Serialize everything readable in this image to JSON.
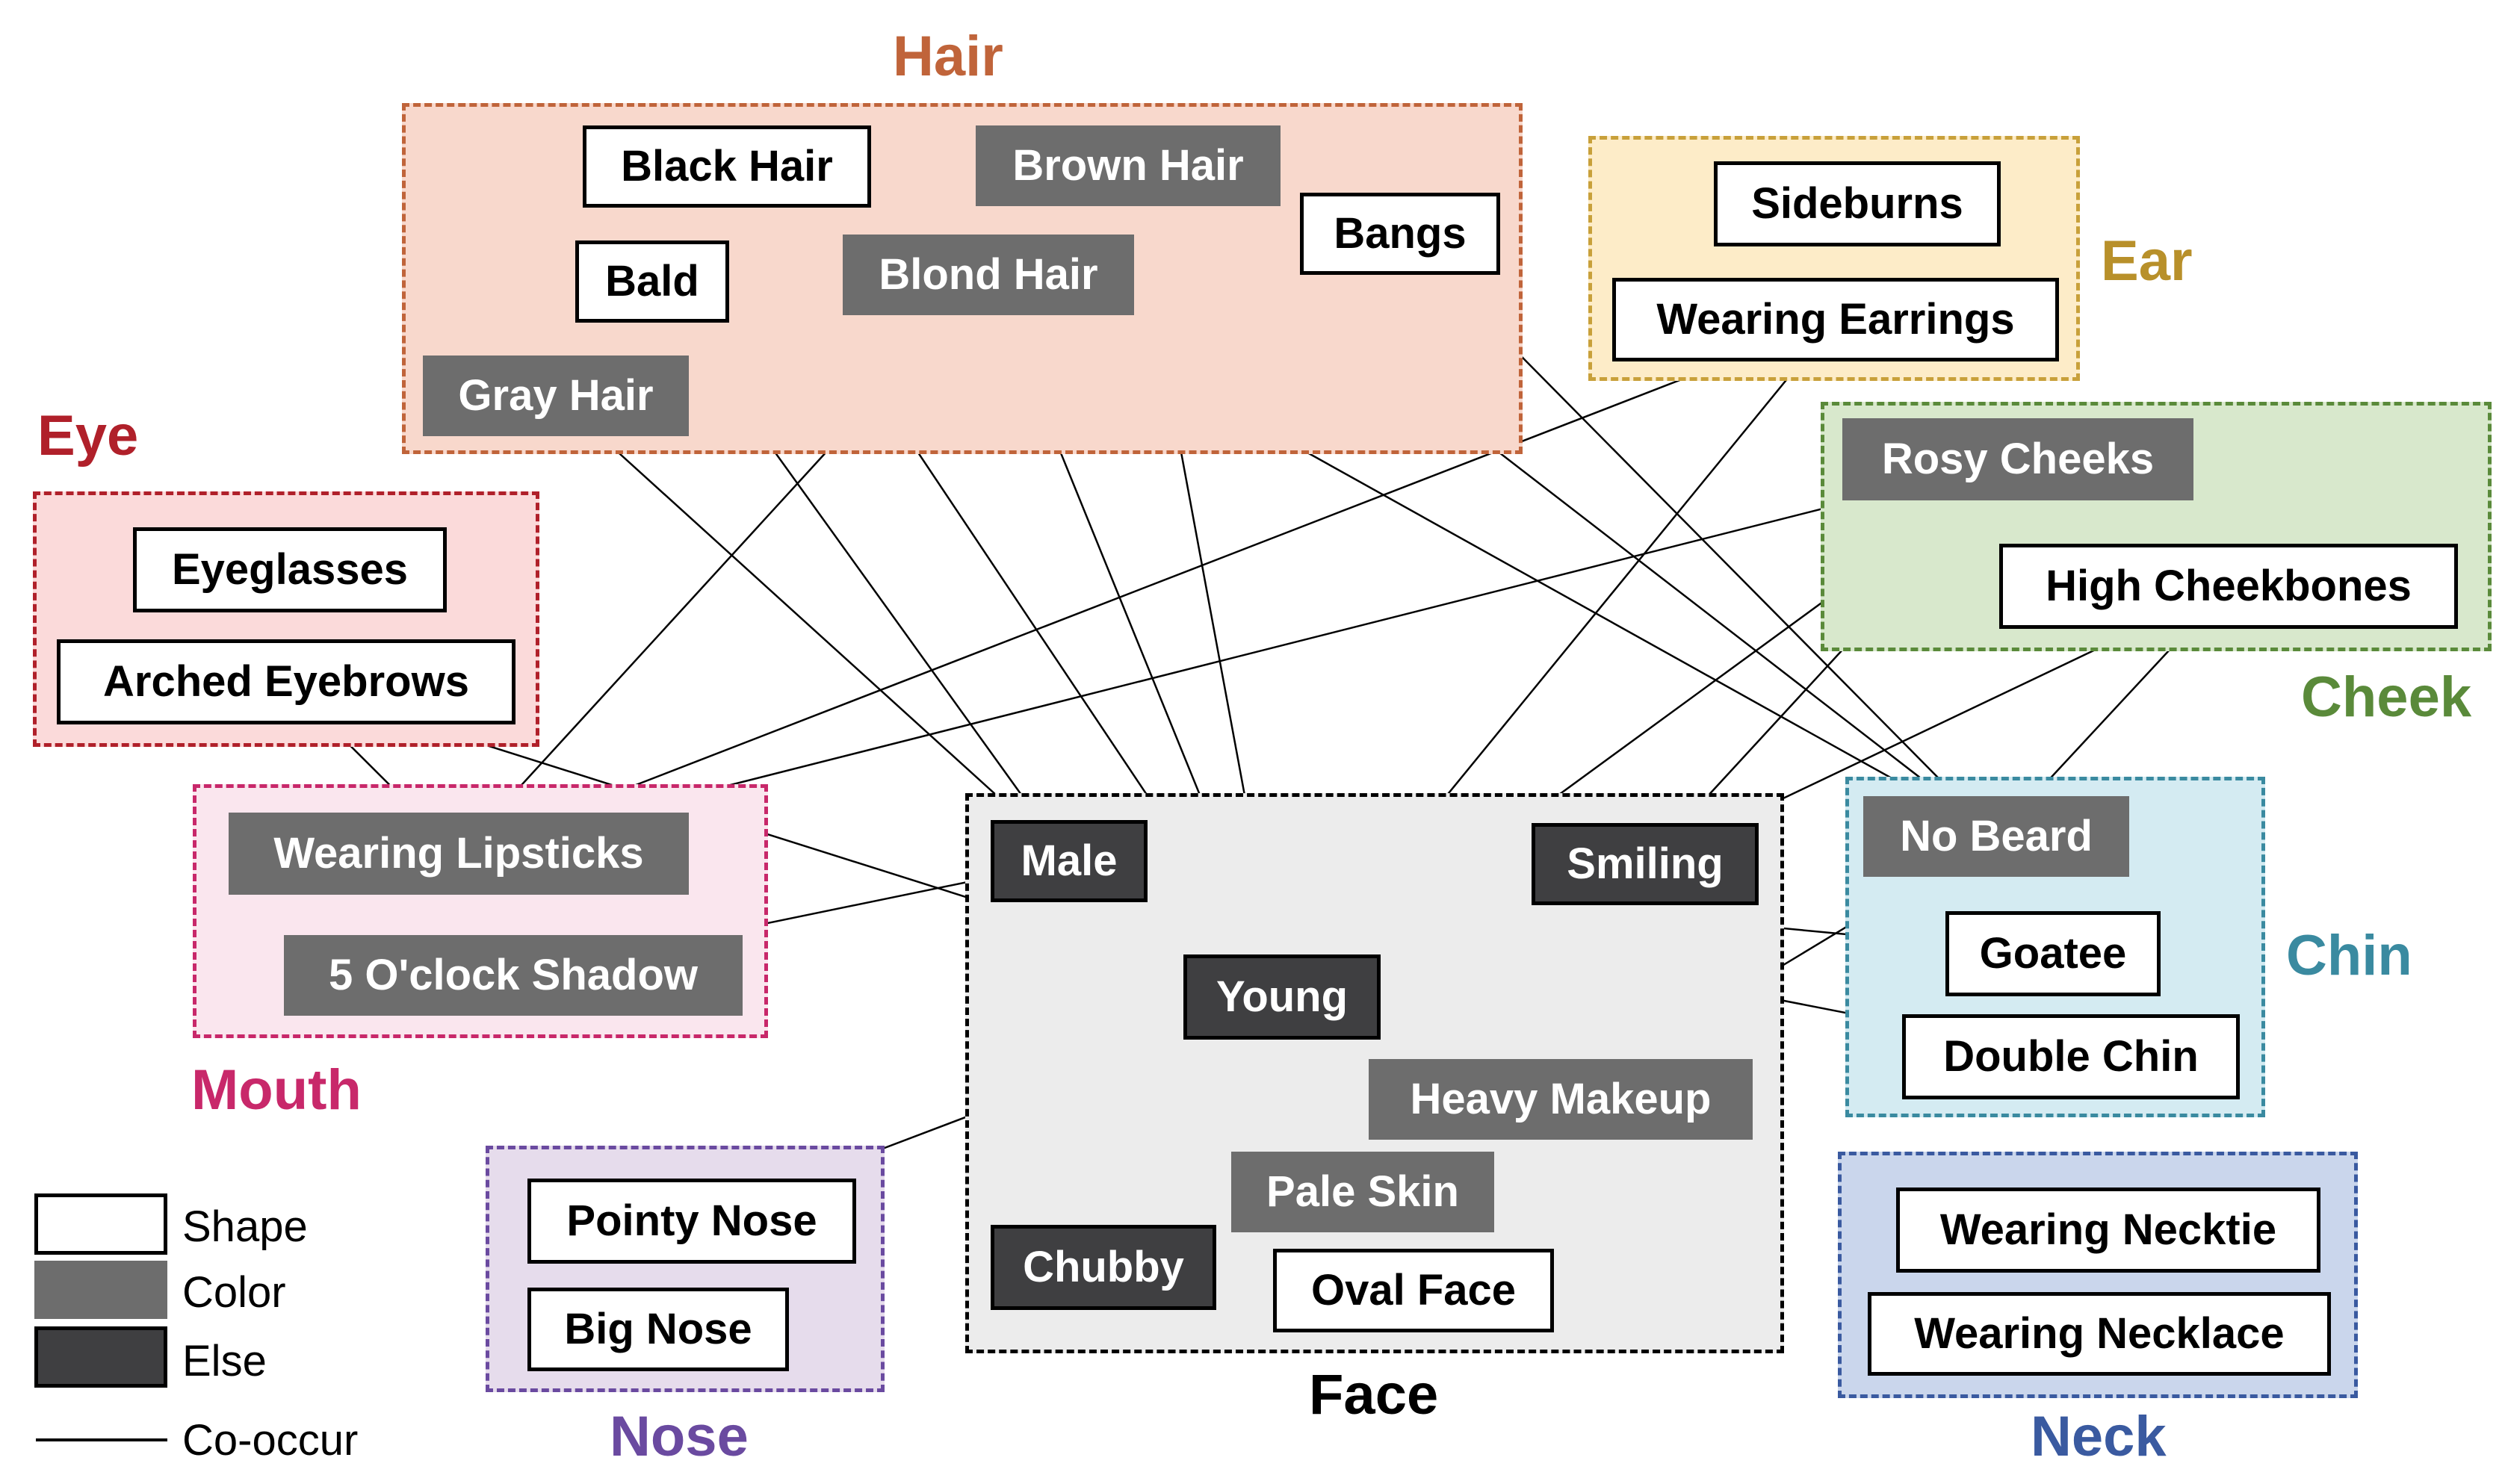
{
  "colors": {
    "shape_bg": "#ffffff",
    "color_bg": "#6d6d6d",
    "else_bg": "#3f3f41",
    "edge": "#000000"
  },
  "regions": {
    "hair": {
      "title": "Hair",
      "border": "#c0643a",
      "fill": "#f8d8cc",
      "title_color": "#c0643a"
    },
    "ear": {
      "title": "Ear",
      "border": "#c8a03a",
      "fill": "#fdecc8",
      "title_color": "#b8902a"
    },
    "eye": {
      "title": "Eye",
      "border": "#b0202a",
      "fill": "#fbdada",
      "title_color": "#b0202a"
    },
    "cheek": {
      "title": "Cheek",
      "border": "#5a8a3a",
      "fill": "#d8e8cc",
      "title_color": "#5a8a3a"
    },
    "mouth": {
      "title": "Mouth",
      "border": "#c8286a",
      "fill": "#fae6ee",
      "title_color": "#c8286a"
    },
    "face": {
      "title": "Face",
      "border": "#000000",
      "fill": "#ececec",
      "title_color": "#000000"
    },
    "chin": {
      "title": "Chin",
      "border": "#3a8aa0",
      "fill": "#d4ebf2",
      "title_color": "#3a8aa0"
    },
    "nose": {
      "title": "Nose",
      "border": "#6a4aa0",
      "fill": "#e6dcec",
      "title_color": "#6a4aa0"
    },
    "neck": {
      "title": "Neck",
      "border": "#3a5aa0",
      "fill": "#cad6ec",
      "title_color": "#3a5aa0"
    }
  },
  "nodes": {
    "black_hair": {
      "label": "Black Hair",
      "kind": "shape"
    },
    "brown_hair": {
      "label": "Brown Hair",
      "kind": "color"
    },
    "bangs": {
      "label": "Bangs",
      "kind": "shape"
    },
    "bald": {
      "label": "Bald",
      "kind": "shape"
    },
    "blond_hair": {
      "label": "Blond Hair",
      "kind": "color"
    },
    "gray_hair": {
      "label": "Gray Hair",
      "kind": "color"
    },
    "sideburns": {
      "label": "Sideburns",
      "kind": "shape"
    },
    "wearing_earrings": {
      "label": "Wearing Earrings",
      "kind": "shape"
    },
    "rosy_cheeks": {
      "label": "Rosy Cheeks",
      "kind": "color"
    },
    "high_cheekbones": {
      "label": "High Cheekbones",
      "kind": "shape"
    },
    "eyeglasses": {
      "label": "Eyeglasses",
      "kind": "shape"
    },
    "arched_eyebrows": {
      "label": "Arched Eyebrows",
      "kind": "shape"
    },
    "wearing_lipsticks": {
      "label": "Wearing Lipsticks",
      "kind": "color"
    },
    "five_oclock_shadow": {
      "label": "5 O'clock Shadow",
      "kind": "color"
    },
    "male": {
      "label": "Male",
      "kind": "else"
    },
    "young": {
      "label": "Young",
      "kind": "else"
    },
    "smiling": {
      "label": "Smiling",
      "kind": "else"
    },
    "heavy_makeup": {
      "label": "Heavy Makeup",
      "kind": "color"
    },
    "pale_skin": {
      "label": "Pale Skin",
      "kind": "color"
    },
    "chubby": {
      "label": "Chubby",
      "kind": "else"
    },
    "oval_face": {
      "label": "Oval Face",
      "kind": "shape"
    },
    "no_beard": {
      "label": "No Beard",
      "kind": "color"
    },
    "goatee": {
      "label": "Goatee",
      "kind": "shape"
    },
    "double_chin": {
      "label": "Double Chin",
      "kind": "shape"
    },
    "pointy_nose": {
      "label": "Pointy Nose",
      "kind": "shape"
    },
    "big_nose": {
      "label": "Big Nose",
      "kind": "shape"
    },
    "wearing_necktie": {
      "label": "Wearing Necktie",
      "kind": "shape"
    },
    "wearing_necklace": {
      "label": "Wearing Necklace",
      "kind": "shape"
    }
  },
  "edges": [
    [
      "black_hair",
      "young"
    ],
    [
      "brown_hair",
      "young"
    ],
    [
      "brown_hair",
      "no_beard"
    ],
    [
      "bangs",
      "no_beard"
    ],
    [
      "bald",
      "male"
    ],
    [
      "blond_hair",
      "wearing_lipsticks"
    ],
    [
      "blond_hair",
      "young"
    ],
    [
      "blond_hair",
      "no_beard"
    ],
    [
      "gray_hair",
      "male"
    ],
    [
      "wearing_earrings",
      "wearing_lipsticks"
    ],
    [
      "wearing_earrings",
      "young"
    ],
    [
      "rosy_cheeks",
      "wearing_lipsticks"
    ],
    [
      "rosy_cheeks",
      "young"
    ],
    [
      "rosy_cheeks",
      "smiling"
    ],
    [
      "high_cheekbones",
      "smiling"
    ],
    [
      "high_cheekbones",
      "no_beard"
    ],
    [
      "arched_eyebrows",
      "wearing_lipsticks"
    ],
    [
      "arched_eyebrows",
      "young"
    ],
    [
      "five_oclock_shadow",
      "male"
    ],
    [
      "male",
      "goatee"
    ],
    [
      "male",
      "double_chin"
    ],
    [
      "male",
      "chubby"
    ],
    [
      "young",
      "heavy_makeup"
    ],
    [
      "young",
      "pale_skin"
    ],
    [
      "young",
      "pointy_nose"
    ],
    [
      "heavy_makeup",
      "no_beard"
    ]
  ],
  "legend": {
    "shape": "Shape",
    "color": "Color",
    "else": "Else",
    "cooccur": "Co-occur"
  }
}
